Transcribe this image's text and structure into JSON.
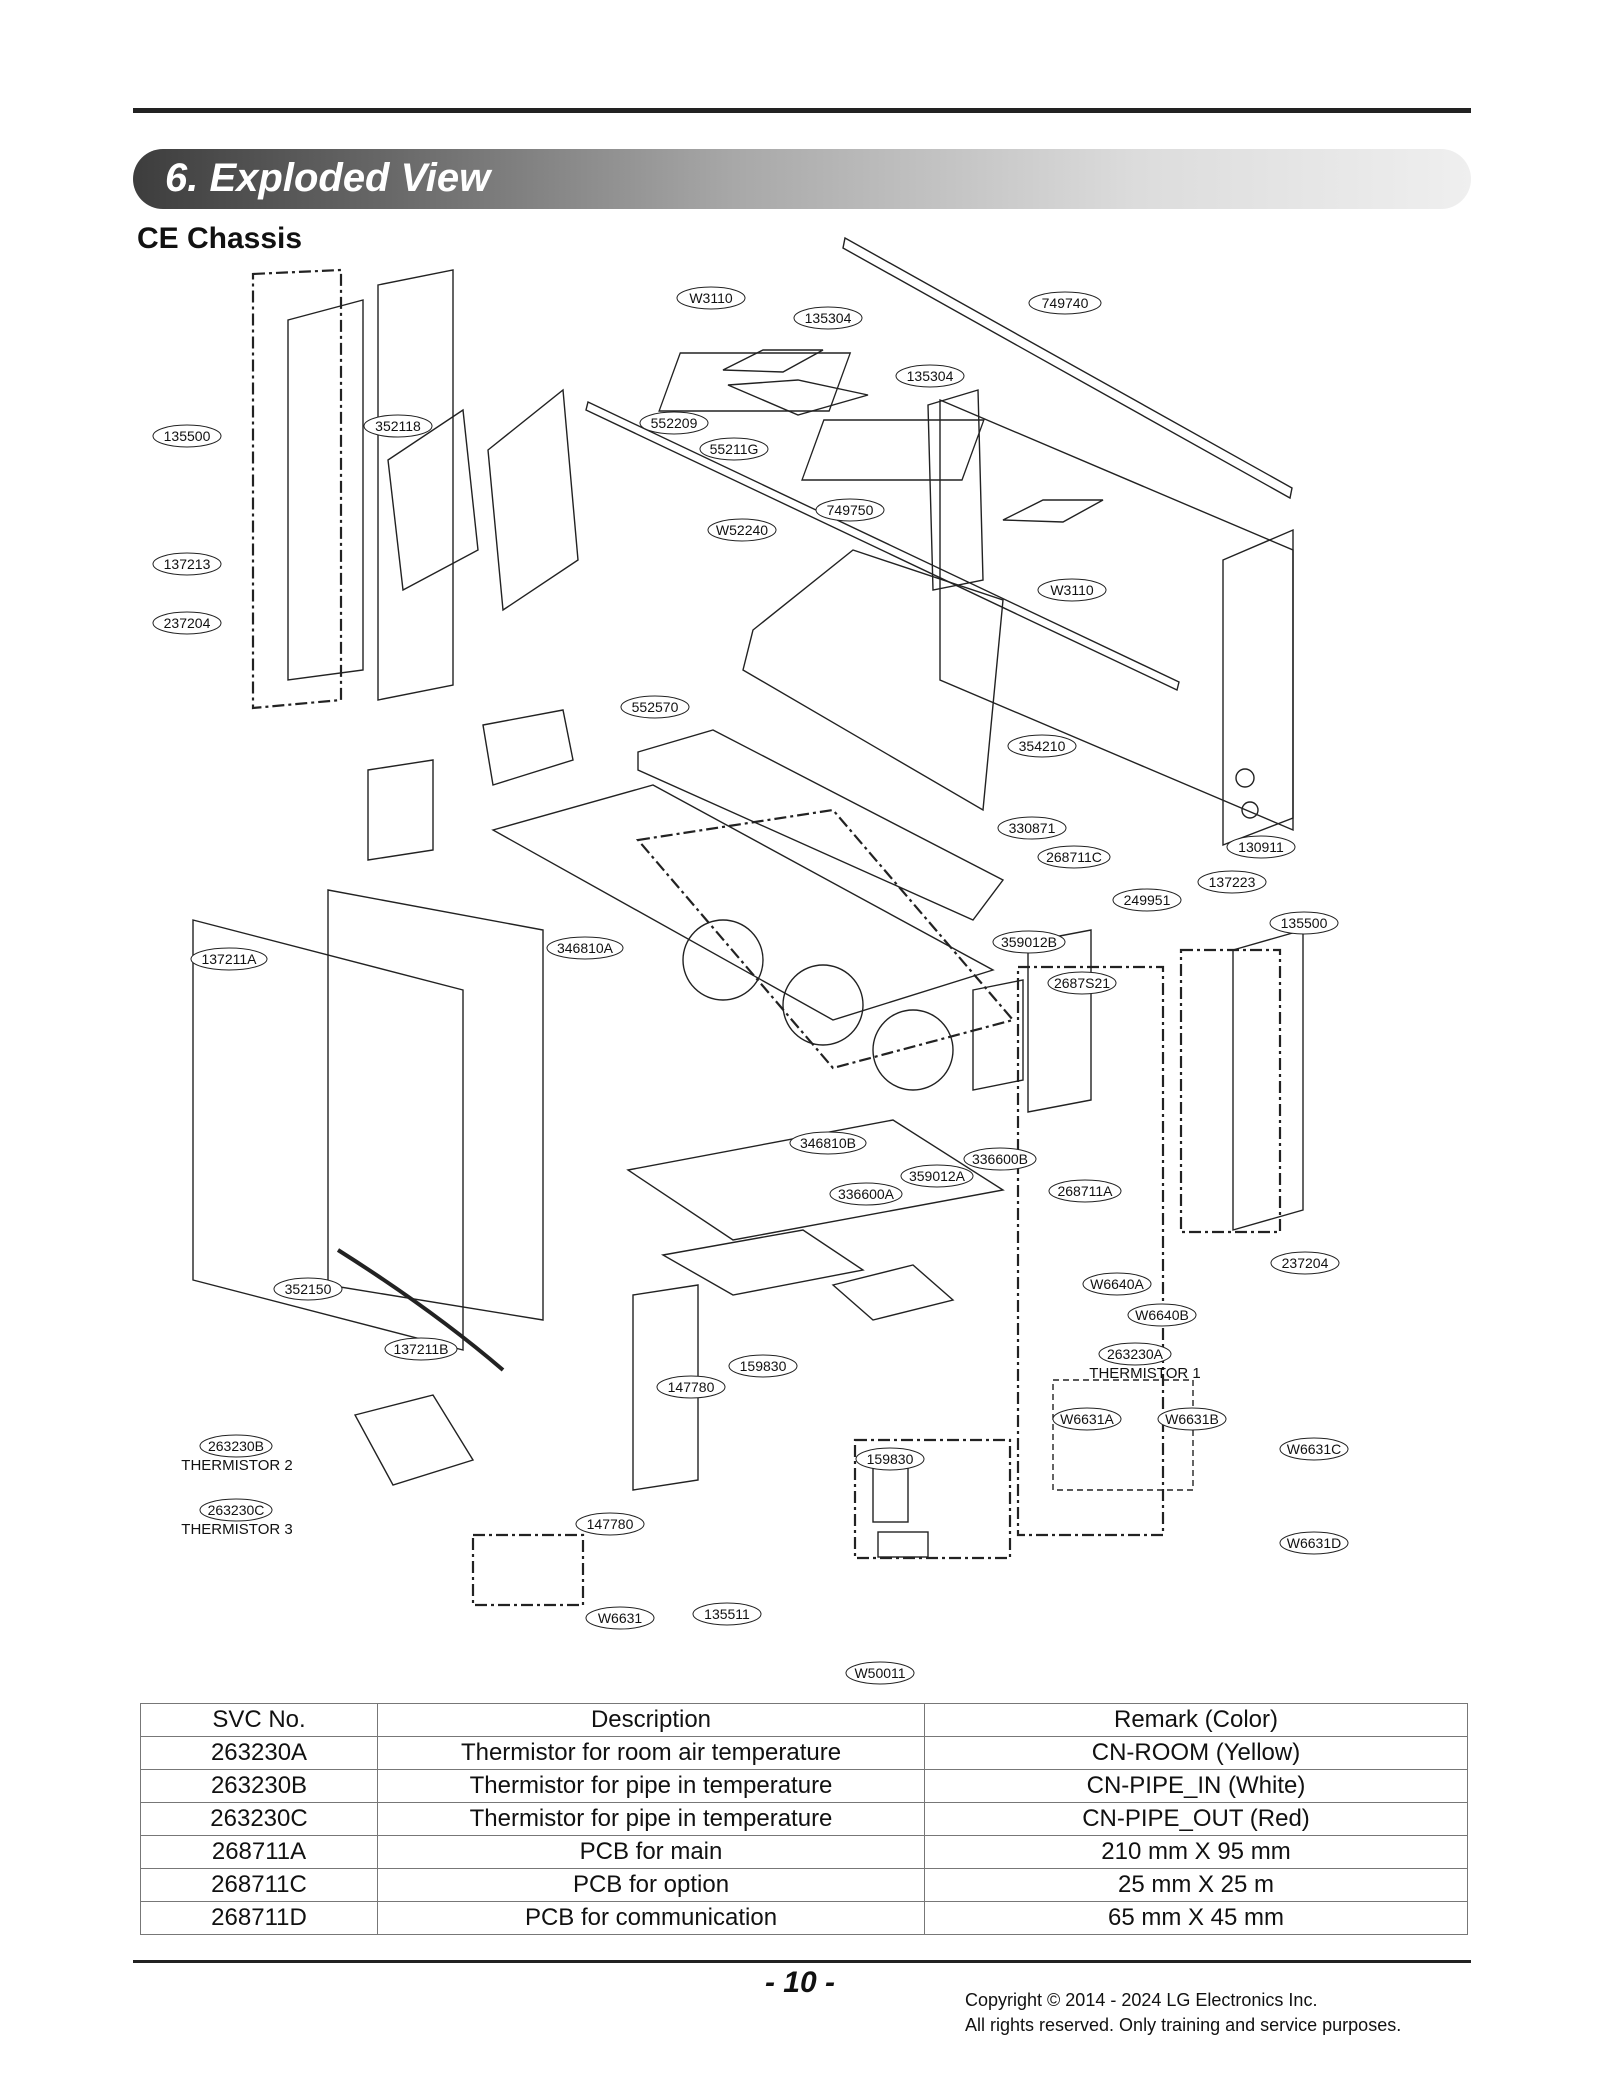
{
  "section": {
    "title": "6. Exploded View"
  },
  "subtitle": "CE Chassis",
  "parts": {
    "w3110_a": "W3110",
    "p135304_a": "135304",
    "p749740": "749740",
    "p135304_b": "135304",
    "p135500_a": "135500",
    "p352118": "352118",
    "p552209": "552209",
    "p55211g": "55211G",
    "p749750": "749750",
    "w52240": "W52240",
    "w3110_b": "W3110",
    "p137213": "137213",
    "p237204_a": "237204",
    "p552570": "552570",
    "p354210": "354210",
    "p330871": "330871",
    "p268711c": "268711C",
    "p130911": "130911",
    "p137223": "137223",
    "p249951": "249951",
    "p135500_b": "135500",
    "p137211a": "137211A",
    "p346810a": "346810A",
    "p359012b": "359012B",
    "p2687s21": "2687S21",
    "p346810b": "346810B",
    "p336600b": "336600B",
    "p359012a": "359012A",
    "p336600a": "336600A",
    "p268711a": "268711A",
    "p237204_b": "237204",
    "w6640a": "W6640A",
    "w6640b": "W6640B",
    "p352150": "352150",
    "p137211b": "137211B",
    "p263230a": "263230A",
    "p159830_a": "159830",
    "p147780_a": "147780",
    "w6631a": "W6631A",
    "w6631b": "W6631B",
    "w6631c": "W6631C",
    "p263230b": "263230B",
    "p159830_b": "159830",
    "p263230c": "263230C",
    "p147780_b": "147780",
    "w6631d": "W6631D",
    "w6631": "W6631",
    "p135511": "135511",
    "w50011": "W50011"
  },
  "captions": {
    "thermistor1": "THERMISTOR 1",
    "thermistor2": "THERMISTOR 2",
    "thermistor3": "THERMISTOR 3"
  },
  "table": {
    "headers": [
      "SVC No.",
      "Description",
      "Remark (Color)"
    ],
    "rows": [
      [
        "263230A",
        "Thermistor for room air temperature",
        "CN-ROOM (Yellow)"
      ],
      [
        "263230B",
        "Thermistor for pipe in temperature",
        "CN-PIPE_IN (White)"
      ],
      [
        "263230C",
        "Thermistor for pipe in temperature",
        "CN-PIPE_OUT (Red)"
      ],
      [
        "268711A",
        "PCB for main",
        "210 mm X 95 mm"
      ],
      [
        "268711C",
        "PCB for option",
        "25 mm X 25 m"
      ],
      [
        "268711D",
        "PCB for communication",
        "65 mm X 45 mm"
      ]
    ]
  },
  "footer": {
    "page_number": "- 10 -",
    "copyright_line1": "Copyright © 2014 - 2024 LG Electronics Inc.",
    "copyright_line2": "All rights reserved. Only training and service purposes."
  }
}
